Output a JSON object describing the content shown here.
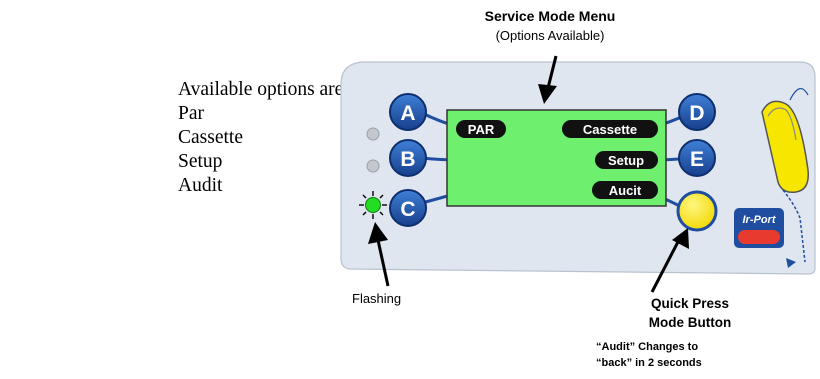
{
  "options": {
    "heading": "Available options are:",
    "items": [
      "Par",
      "Cassette",
      "Setup",
      "Audit"
    ]
  },
  "header": {
    "title": "Service Mode Menu",
    "subtitle": "(Options Available)"
  },
  "lcd": {
    "left_item": "PAR",
    "right_items": [
      "Cassette",
      "Setup",
      "Aucit"
    ]
  },
  "buttons": {
    "left": [
      "A",
      "B",
      "C"
    ],
    "right": [
      "D",
      "E"
    ]
  },
  "ir_port_label": "Ir-Port",
  "captions": {
    "flashing": "Flashing",
    "quick_press_line1": "Quick Press",
    "quick_press_line2": "Mode Button",
    "note_line1": "“Audit” Changes to",
    "note_line2": "“back” in 2 seconds"
  },
  "colors": {
    "panel": "#dfe6ef",
    "lcd": "#6ef06e",
    "button_blue": "#1f4ea0",
    "led_on": "#22dd22",
    "led_off": "#c4c8cc",
    "mode_button": "#ffec00",
    "ir_red": "#e83a2e"
  }
}
